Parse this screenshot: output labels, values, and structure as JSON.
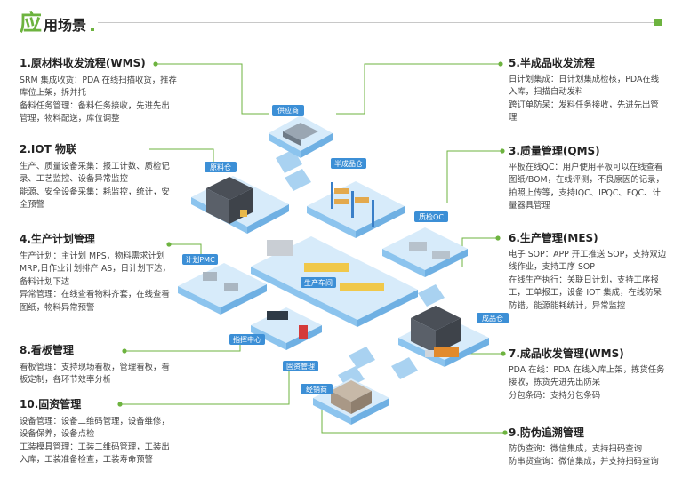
{
  "title": {
    "big": "应",
    "rest": "用场景"
  },
  "sections": [
    {
      "title": "1.原材料收发流程(WMS)",
      "lines": [
        "SRM 集成收货：PDA 在线扫描收货，推荐库位上架，拆并托",
        "备料任务管理：备料任务接收，先进先出管理，物料配送，库位调整"
      ]
    },
    {
      "title": "2.IOT 物联",
      "lines": [
        "生产、质量设备采集：报工计数、质检记录、工艺监控、设备异常监控",
        "能源、安全设备采集：耗监控，统计，安全预警"
      ]
    },
    {
      "title": "4.生产计划管理",
      "lines": [
        "生产计划：主计划 MPS，物料需求计划 MRP,日作业计划排产 AS，日计划下达，备料计划下达",
        "异常管理：在线查看物料齐套，在线查看图纸，物料异常预警"
      ]
    },
    {
      "title": "8.看板管理",
      "lines": [
        "看板管理：支持现场看板，管理看板，看板定制，各环节效率分析"
      ]
    },
    {
      "title": "10.固资管理",
      "lines": [
        "设备管理：设备二维码管理，设备维修，设备保养，设备点检",
        "工装模具管理：工装二维码管理，工装出入库，工装准备检查，工装寿命预警"
      ]
    },
    {
      "title": "5.半成品收发流程",
      "lines": [
        "日计划集成：日计划集成检核，PDA在线入库，扫描自动发料",
        "跨订单防呆：发料任务接收，先进先出管理"
      ]
    },
    {
      "title": "3.质量管理(QMS)",
      "lines": [
        "平板在线QC：用户使用平板可以在线查看图纸/BOM，在线评测，不良原因的记录，拍照上传等，支持IQC、IPQC、FQC、计量器具管理"
      ]
    },
    {
      "title": "6.生产管理(MES)",
      "lines": [
        "电子 SOP：APP 开工推送 SOP，支持双边线作业，支持工序 SOP",
        "在线生产执行：关联日计划，支持工序报工，工单报工，设备 IOT 集成，在线防呆防错，能源能耗统计，异常监控"
      ]
    },
    {
      "title": "7.成品收发管理(WMS)",
      "lines": [
        "PDA 在线：PDA 在线入库上架，拣货任务接收，拣货先进先出防呆",
        "分包条码：支持分包条码"
      ]
    },
    {
      "title": "9.防伪追溯管理",
      "lines": [
        "防伪查询：微信集成，支持扫码查询",
        "防串货查询：微信集成，并支持扫码查询"
      ]
    }
  ],
  "tags": [
    "供应商",
    "原料仓",
    "半成品仓",
    "质检QC",
    "计划PMC",
    "生产车间",
    "成品仓",
    "指挥中心",
    "固资管理",
    "经销商"
  ],
  "colors": {
    "accent": "#6db33f",
    "tag": "#3c8fd6",
    "platform_top": "#d7ebfa",
    "platform_side": "#8cc4ee"
  }
}
